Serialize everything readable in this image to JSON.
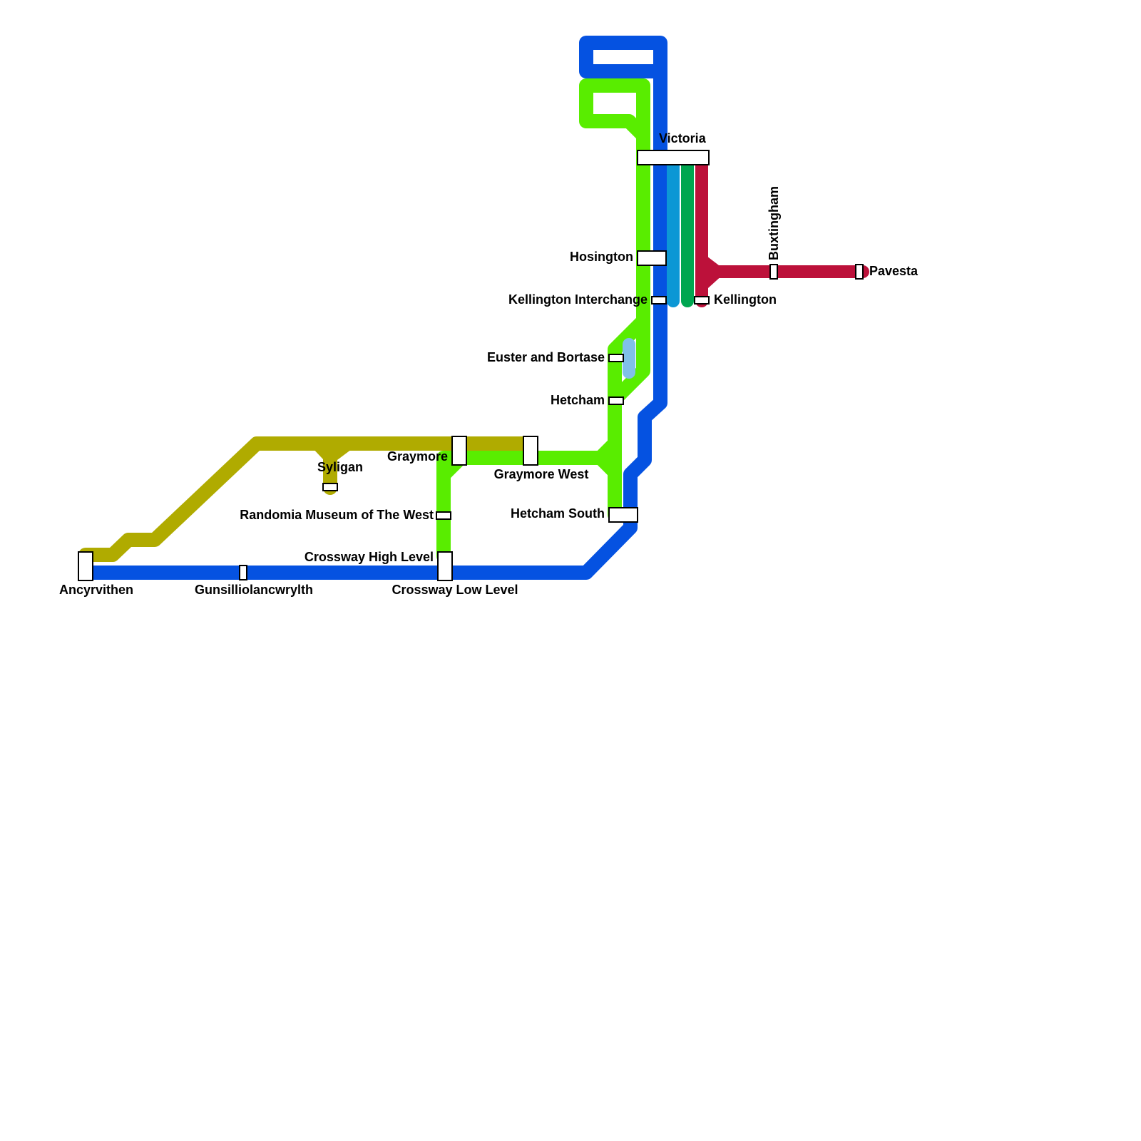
{
  "lines": {
    "blue": {
      "color": "#0552e1"
    },
    "lime": {
      "color": "#59ed00"
    },
    "olive": {
      "color": "#b0ab00"
    },
    "red": {
      "color": "#bc113a"
    },
    "cyan": {
      "color": "#0c97d5"
    },
    "teal": {
      "color": "#00a650"
    },
    "sky": {
      "color": "#80c0e8"
    }
  },
  "stations": {
    "victoria": "Victoria",
    "hosington": "Hosington",
    "kellington_interchange": "Kellington Interchange",
    "kellington": "Kellington",
    "buxtingham": "Buxtingham",
    "pavesta": "Pavesta",
    "euster_and_bortase": "Euster and Bortase",
    "hetcham": "Hetcham",
    "hetcham_south": "Hetcham South",
    "graymore": "Graymore",
    "graymore_west": "Graymore West",
    "syligan": "Syligan",
    "randomia_museum": "Randomia Museum of The West",
    "crossway_high_level": "Crossway High Level",
    "crossway_low_level": "Crossway Low Level",
    "ancyrvithen": "Ancyrvithen",
    "gunsilliolancwrylth": "Gunsilliolancwrylth"
  }
}
